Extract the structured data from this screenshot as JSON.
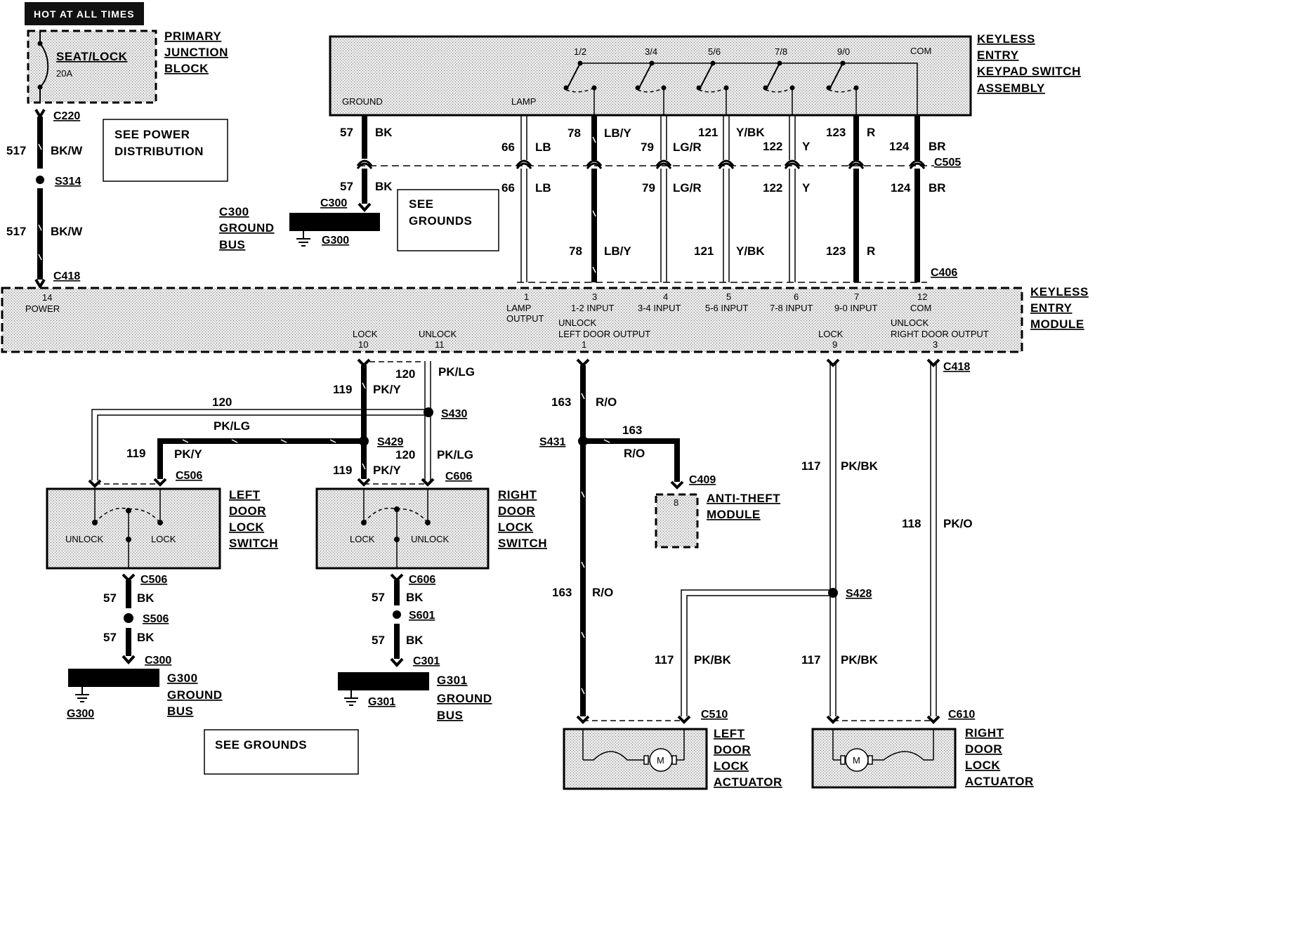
{
  "hot_at_all_times": "HOT AT ALL TIMES",
  "fuse": {
    "name": "SEAT/LOCK",
    "rating": "20A"
  },
  "primary_junction_block": [
    "PRIMARY",
    "JUNCTION",
    "BLOCK"
  ],
  "see_power_distribution": [
    "SEE POWER",
    "DISTRIBUTION"
  ],
  "see_grounds_top": [
    "SEE",
    "GROUNDS"
  ],
  "see_grounds_bottom": "SEE GROUNDS",
  "keypad": {
    "title": [
      "KEYLESS",
      "ENTRY",
      "KEYPAD SWITCH",
      "ASSEMBLY"
    ],
    "ground": "GROUND",
    "lamp": "LAMP",
    "com": "COM",
    "switches": [
      "1/2",
      "3/4",
      "5/6",
      "7/8",
      "9/0"
    ]
  },
  "module": {
    "title": [
      "KEYLESS",
      "ENTRY",
      "MODULE"
    ],
    "pins": {
      "power": {
        "num": "14",
        "name": "POWER"
      },
      "lamp": {
        "num": "1",
        "name": [
          "LAMP",
          "OUTPUT"
        ]
      },
      "in12": {
        "num": "3",
        "name": "1-2 INPUT"
      },
      "in34": {
        "num": "4",
        "name": "3-4 INPUT"
      },
      "in56": {
        "num": "5",
        "name": "5-6 INPUT"
      },
      "in78": {
        "num": "6",
        "name": "7-8 INPUT"
      },
      "in90": {
        "num": "7",
        "name": "9-0 INPUT"
      },
      "com": {
        "num": "12",
        "name": "COM"
      },
      "lock10": {
        "num": "10",
        "name": "LOCK"
      },
      "unlock11": {
        "num": "11",
        "name": "UNLOCK"
      },
      "unlock_left": {
        "num": "1",
        "name": [
          "UNLOCK",
          "LEFT DOOR OUTPUT"
        ]
      },
      "lock9": {
        "num": "9",
        "name": "LOCK"
      },
      "unlock_right": {
        "num": "3",
        "name": [
          "UNLOCK",
          "RIGHT DOOR OUTPUT"
        ]
      }
    }
  },
  "connectors": {
    "c220": "C220",
    "s314": "S314",
    "c418a": "C418",
    "c418b": "C418",
    "c505": "C505",
    "c406": "C406",
    "c300a": "C300",
    "g300a": "G300",
    "c300_ground_bus": [
      "C300",
      "GROUND",
      "BUS"
    ],
    "s430": "S430",
    "s429": "S429",
    "c506a": "C506",
    "c606a": "C606",
    "c506b": "C506",
    "s506": "S506",
    "c300b": "C300",
    "g300_ground_bus": [
      "G300",
      "GROUND",
      "BUS"
    ],
    "g300b": "G300",
    "c606b": "C606",
    "s601": "S601",
    "c301": "C301",
    "g301_ground_bus": [
      "G301",
      "GROUND",
      "BUS"
    ],
    "g301": "G301",
    "s431": "S431",
    "c409": "C409",
    "anti_theft_pin": "8",
    "s428": "S428",
    "c510": "C510",
    "c610": "C610"
  },
  "anti_theft": [
    "ANTI-THEFT",
    "MODULE"
  ],
  "left_door_lock_switch": {
    "title": [
      "LEFT",
      "DOOR",
      "LOCK",
      "SWITCH"
    ],
    "unlock": "UNLOCK",
    "lock": "LOCK"
  },
  "right_door_lock_switch": {
    "title": [
      "RIGHT",
      "DOOR",
      "LOCK",
      "SWITCH"
    ],
    "lock": "LOCK",
    "unlock": "UNLOCK"
  },
  "left_door_lock_actuator": [
    "LEFT",
    "DOOR",
    "LOCK",
    "ACTUATOR"
  ],
  "right_door_lock_actuator": [
    "RIGHT",
    "DOOR",
    "LOCK",
    "ACTUATOR"
  ],
  "motor_symbol": "M",
  "wires": {
    "w517a": {
      "num": "517",
      "color": "BK/W"
    },
    "w517b": {
      "num": "517",
      "color": "BK/W"
    },
    "w57a": {
      "num": "57",
      "color": "BK"
    },
    "w57b": {
      "num": "57",
      "color": "BK"
    },
    "w66a": {
      "num": "66",
      "color": "LB"
    },
    "w66b": {
      "num": "66",
      "color": "LB"
    },
    "w78a": {
      "num": "78",
      "color": "LB/Y"
    },
    "w78b": {
      "num": "78",
      "color": "LB/Y"
    },
    "w79a": {
      "num": "79",
      "color": "LG/R"
    },
    "w79b": {
      "num": "79",
      "color": "LG/R"
    },
    "w121a": {
      "num": "121",
      "color": "Y/BK"
    },
    "w121b": {
      "num": "121",
      "color": "Y/BK"
    },
    "w122a": {
      "num": "122",
      "color": "Y"
    },
    "w122b": {
      "num": "122",
      "color": "Y"
    },
    "w123a": {
      "num": "123",
      "color": "R"
    },
    "w123b": {
      "num": "123",
      "color": "R"
    },
    "w124a": {
      "num": "124",
      "color": "BR"
    },
    "w124b": {
      "num": "124",
      "color": "BR"
    },
    "w120a": {
      "num": "120",
      "color": "PK/LG"
    },
    "w119a": {
      "num": "119",
      "color": "PK/Y"
    },
    "w120h": {
      "num": "120",
      "color": "PK/LG"
    },
    "w119h": {
      "num": "119",
      "color": "PK/Y"
    },
    "w120b": {
      "num": "120",
      "color": "PK/LG"
    },
    "w119b": {
      "num": "119",
      "color": "PK/Y"
    },
    "w57c": {
      "num": "57",
      "color": "BK"
    },
    "w57d": {
      "num": "57",
      "color": "BK"
    },
    "w57e": {
      "num": "57",
      "color": "BK"
    },
    "w57f": {
      "num": "57",
      "color": "BK"
    },
    "w163a": {
      "num": "163",
      "color": "R/O"
    },
    "w163h": {
      "num": "163",
      "color": "R/O"
    },
    "w163b": {
      "num": "163",
      "color": "R/O"
    },
    "w117a": {
      "num": "117",
      "color": "PK/BK"
    },
    "w117b": {
      "num": "117",
      "color": "PK/BK"
    },
    "w117c": {
      "num": "117",
      "color": "PK/BK"
    },
    "w118": {
      "num": "118",
      "color": "PK/O"
    }
  }
}
